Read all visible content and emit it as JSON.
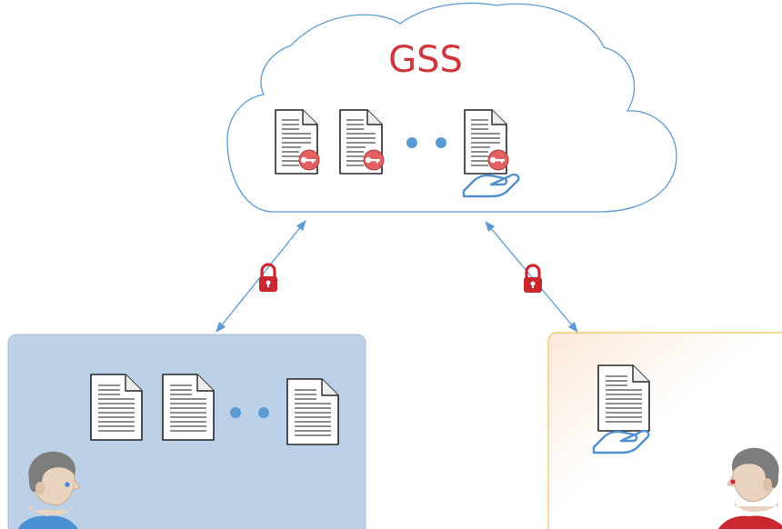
{
  "cloud": {
    "title": "GSS",
    "title_color": "#d0363b",
    "outline_color": "#5b9bd5",
    "encrypted_documents": [
      "document-with-key",
      "document-with-key",
      "document-with-key"
    ],
    "ellipsis": "dots"
  },
  "links": {
    "color": "#5b9bd5",
    "lock_color": "#c8282e",
    "lock_icon": "padlock-icon"
  },
  "owner_panel": {
    "background": "#bcd0e8",
    "border_color": "#a6bbd6",
    "documents": [
      "document",
      "document",
      "document"
    ],
    "ellipsis": "dots",
    "user_icon": "user-avatar-blue-eye"
  },
  "receiver_panel": {
    "border_color": "#f2c35a",
    "documents": [
      "shared-document"
    ],
    "user_icon": "user-avatar-red-eye"
  },
  "colors": {
    "dots": "#5b9bd5",
    "key_badge": "#e05c5c",
    "hand_fill": "#ffffff",
    "hand_stroke": "#4f8fd0"
  }
}
